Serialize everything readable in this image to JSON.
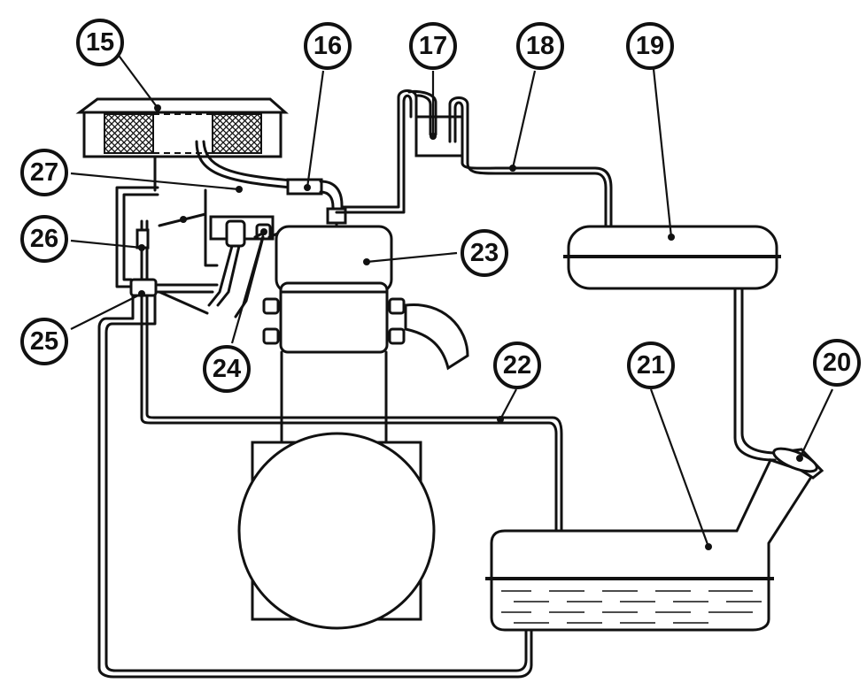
{
  "callouts": [
    {
      "id": "15",
      "label": "15"
    },
    {
      "id": "16",
      "label": "16"
    },
    {
      "id": "17",
      "label": "17"
    },
    {
      "id": "18",
      "label": "18"
    },
    {
      "id": "19",
      "label": "19"
    },
    {
      "id": "20",
      "label": "20"
    },
    {
      "id": "21",
      "label": "21"
    },
    {
      "id": "22",
      "label": "22"
    },
    {
      "id": "23",
      "label": "23"
    },
    {
      "id": "24",
      "label": "24"
    },
    {
      "id": "25",
      "label": "25"
    },
    {
      "id": "26",
      "label": "26"
    },
    {
      "id": "27",
      "label": "27"
    }
  ]
}
